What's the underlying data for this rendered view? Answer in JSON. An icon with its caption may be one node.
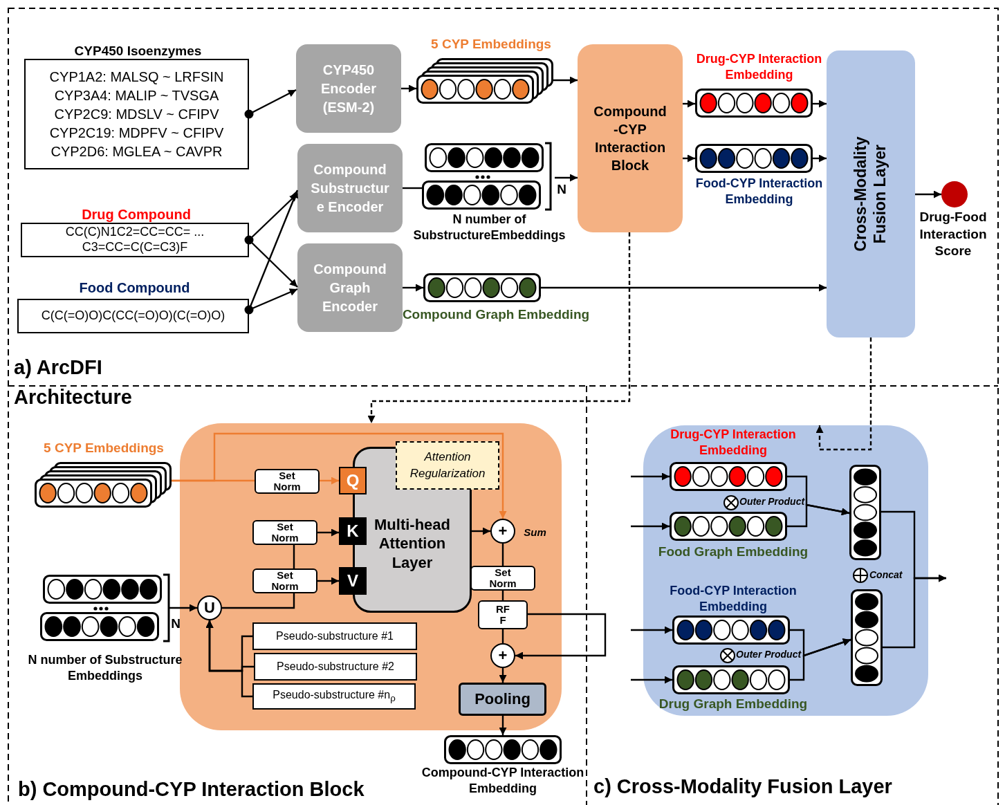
{
  "diagram": {
    "nodes": [
      {
        "text": [
          "CYP450 Isoenzymes",
          "CYP1A2: MALSQ ~ LRFSIN",
          "CYP3A4: MALIP ~ TVSGA",
          "CYP2C9: MDSLV ~ CFIPV",
          "CYP2C19: MDPFV ~ CFIPV",
          "CYP2D6: MGLEA ~ CAVPR"
        ]
      },
      {
        "text": [
          "Drug Compound",
          "CC(C)N1C2=CC=CC= ... C3=CC=C(C=C3)F"
        ]
      },
      {
        "text": [
          "Food Compound",
          "C(C(=O)O)C(CC(=O)O)(C(=O)O)"
        ]
      },
      {
        "text": [
          "CYP450 Encoder (ESM-2)"
        ]
      },
      {
        "text": [
          "Compound Substructure Encoder"
        ]
      },
      {
        "text": [
          "Compound Graph Encoder"
        ]
      },
      {
        "text": [
          "5 CYP Embeddings"
        ]
      },
      {
        "text": [
          "N",
          "N number of SubstructureEmbeddings"
        ]
      },
      {
        "text": [
          "Compound Graph Embedding"
        ]
      },
      {
        "text": [
          "Compound -CYP Interaction Block"
        ]
      },
      {
        "text": [
          "Drug-CYP Interaction Embedding"
        ]
      },
      {
        "text": [
          "Food-CYP Interaction Embedding"
        ]
      },
      {
        "text": [
          "Cross-Modality Fusion Layer"
        ]
      },
      {
        "text": [],
        "shape": "circle",
        "beside": [
          "Drug-Food Interaction Score"
        ]
      },
      {
        "text": [],
        "shape": "box"
      },
      {
        "text": [
          "5 CYP Embeddings"
        ]
      },
      {
        "text": [
          "N",
          "N number of Substructure Embeddings"
        ]
      },
      {
        "text": [
          "Set Norm"
        ],
        "in": 14
      },
      {
        "text": [
          "Set Norm"
        ],
        "in": 14
      },
      {
        "text": [
          "Set Norm"
        ],
        "in": 14
      },
      {
        "text": [
          "Q"
        ],
        "in": 14
      },
      {
        "text": [
          "K"
        ],
        "in": 14
      },
      {
        "text": [
          "V"
        ],
        "in": 14
      },
      {
        "text": [
          "Multi-head Attention Layer"
        ],
        "in": 14
      },
      {
        "text": [
          "Attention Regularization"
        ],
        "in": 14
      },
      {
        "text": [
          "U"
        ],
        "in": 14
      },
      {
        "text": [
          "Pseudo-substructure #1"
        ],
        "in": 14
      },
      {
        "text": [
          "Pseudo-substructure #2"
        ],
        "in": 14
      },
      {
        "text": [
          "Pseudo-substructure #n$_{ρ}$"
        ],
        "in": 14
      },
      {
        "text": [
          "+"
        ],
        "in": 14,
        "beside": [
          "Sum"
        ]
      },
      {
        "text": [
          "Set Norm"
        ],
        "in": 14
      },
      {
        "text": [
          "RFF"
        ],
        "in": 14
      },
      {
        "text": [
          "+"
        ],
        "in": 14
      },
      {
        "text": [
          "Pooling"
        ],
        "in": 14
      },
      {
        "text": [
          "Compound-CYP Interaction Embedding"
        ]
      },
      {
        "text": [],
        "shape": "box"
      },
      {
        "text": [
          "Drug-CYP Interaction Embedding"
        ],
        "in": 35
      },
      {
        "text": [
          "Food Graph Embedding"
        ],
        "in": 35
      },
      {
        "text": [
          "Food-CYP Interaction Embedding"
        ],
        "in": 35
      },
      {
        "text": [
          "Drug Graph Embedding"
        ],
        "in": 35
      },
      {
        "text": [],
        "shape": "bar",
        "in": 35
      },
      {
        "text": [],
        "shape": "bar",
        "in": 35
      }
    ],
    "edges": [
      {
        "from": 0,
        "to": 3,
        "arrow": "to"
      },
      {
        "from": 1,
        "to": 4,
        "arrow": "to"
      },
      {
        "from": 1,
        "to": 5,
        "arrow": "to"
      },
      {
        "from": 2,
        "to": 4,
        "arrow": "to"
      },
      {
        "from": 2,
        "to": 5,
        "arrow": "to"
      },
      {
        "from": 3,
        "to": 6,
        "arrow": "to"
      },
      {
        "from": 4,
        "to": 7,
        "arrow": "none"
      },
      {
        "from": 5,
        "to": 8,
        "arrow": "to"
      },
      {
        "from": 6,
        "to": 9,
        "arrow": "to"
      },
      {
        "from": 7,
        "to": 9,
        "arrow": "to"
      },
      {
        "from": 9,
        "to": 10,
        "arrow": "to"
      },
      {
        "from": 9,
        "to": 11,
        "arrow": "to"
      },
      {
        "from": 10,
        "to": 12,
        "arrow": "to"
      },
      {
        "from": 11,
        "to": 12,
        "arrow": "to"
      },
      {
        "from": 8,
        "to": 12,
        "arrow": "to"
      },
      {
        "from": 12,
        "to": 13,
        "arrow": "to"
      },
      {
        "from": 9,
        "to": 14,
        "arrow": "to",
        "style": "dashed"
      },
      {
        "from": 12,
        "to": 35,
        "arrow": "to",
        "style": "dashed"
      },
      {
        "from": 15,
        "to": 17,
        "arrow": "none",
        "color": "#ed7d31"
      },
      {
        "from": 17,
        "to": 20,
        "arrow": "to",
        "color": "#ed7d31"
      },
      {
        "from": 15,
        "to": 29,
        "arrow": "to",
        "color": "#ed7d31"
      },
      {
        "from": 16,
        "to": 25,
        "arrow": "to"
      },
      {
        "from": 25,
        "to": 19,
        "arrow": "none"
      },
      {
        "from": 19,
        "to": 18,
        "arrow": "none"
      },
      {
        "from": 18,
        "to": 21,
        "arrow": "to"
      },
      {
        "from": 19,
        "to": 22,
        "arrow": "to"
      },
      {
        "from": 26,
        "to": 25,
        "arrow": "to"
      },
      {
        "from": 27,
        "to": 25,
        "arrow": "to"
      },
      {
        "from": 28,
        "to": 25,
        "arrow": "to"
      },
      {
        "from": 23,
        "to": 29,
        "arrow": "to"
      },
      {
        "from": 29,
        "to": 30,
        "arrow": "none"
      },
      {
        "from": 30,
        "to": 31,
        "arrow": "none"
      },
      {
        "from": 31,
        "to": 32,
        "arrow": "none"
      },
      {
        "from": 31,
        "to": 32,
        "arrow": "to"
      },
      {
        "from": 32,
        "to": 33,
        "arrow": "to"
      },
      {
        "from": 33,
        "to": 34,
        "arrow": "to"
      },
      {
        "from": null,
        "to": 36,
        "arrow": "to"
      },
      {
        "from": null,
        "to": 37,
        "arrow": "to"
      },
      {
        "from": null,
        "to": 38,
        "arrow": "to"
      },
      {
        "from": null,
        "to": 39,
        "arrow": "to"
      },
      {
        "from": 36,
        "to": 40,
        "arrow": "to"
      },
      {
        "from": 37,
        "to": 40,
        "arrow": "to"
      },
      {
        "from": 38,
        "to": 41,
        "arrow": "to"
      },
      {
        "from": 39,
        "to": 41,
        "arrow": "to"
      },
      {
        "from": 40,
        "to": null,
        "arrow": "to"
      },
      {
        "from": 41,
        "to": null,
        "arrow": "to"
      }
    ],
    "labels": [
      "a) ArcDFI",
      "Architecture",
      "Outer Product",
      "Outer Product",
      "Concat",
      "b) Compound-CYP Interaction Block",
      "c) Cross-Modality Fusion Layer"
    ]
  }
}
